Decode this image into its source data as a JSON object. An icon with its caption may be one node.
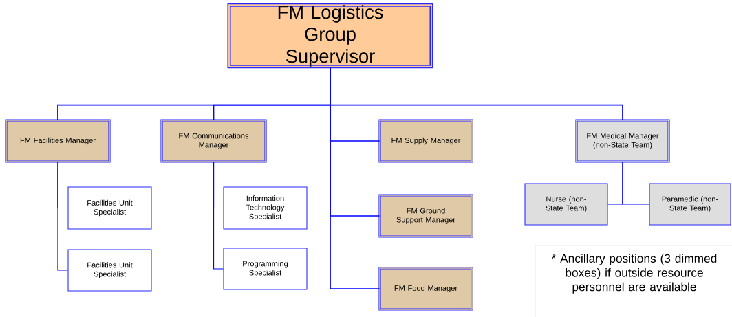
{
  "diagram": {
    "nodes": [
      {
        "text": [
          "FM Logistics Group Supervisor"
        ]
      },
      {
        "text": [
          "FM Facilities Manager"
        ]
      },
      {
        "text": [
          "FM Communications Manager"
        ]
      },
      {
        "text": [
          "FM Supply Manager"
        ]
      },
      {
        "text": [
          "FM Ground Support Manager"
        ]
      },
      {
        "text": [
          "FM Food Manager"
        ]
      },
      {
        "text": [
          "FM Medical Manager (non-State Team)"
        ]
      },
      {
        "text": [
          "Facilities Unit Specialist"
        ]
      },
      {
        "text": [
          "Facilities Unit Specialist"
        ]
      },
      {
        "text": [
          "Information Technology Specialist"
        ]
      },
      {
        "text": [
          "Programming Specialist"
        ]
      },
      {
        "text": [
          "Nurse (non-State Team)"
        ]
      },
      {
        "text": [
          "Paramedic (non-State Team)"
        ]
      },
      {
        "text": [
          "* Ancillary positions (3 dimmed boxes) if outside resource personnel are available"
        ]
      }
    ],
    "edges": [
      {
        "from": 0,
        "to": 1,
        "arrow": "none"
      },
      {
        "from": 0,
        "to": 2,
        "arrow": "none"
      },
      {
        "from": 0,
        "to": 3,
        "arrow": "none"
      },
      {
        "from": 0,
        "to": 4,
        "arrow": "none"
      },
      {
        "from": 0,
        "to": 5,
        "arrow": "none"
      },
      {
        "from": 0,
        "to": 6,
        "arrow": "none"
      },
      {
        "from": 1,
        "to": 7,
        "arrow": "none"
      },
      {
        "from": 1,
        "to": 8,
        "arrow": "none"
      },
      {
        "from": 2,
        "to": 9,
        "arrow": "none"
      },
      {
        "from": 2,
        "to": 10,
        "arrow": "none"
      },
      {
        "from": 6,
        "to": 11,
        "arrow": "none"
      },
      {
        "from": 6,
        "to": 12,
        "arrow": "none"
      }
    ]
  }
}
